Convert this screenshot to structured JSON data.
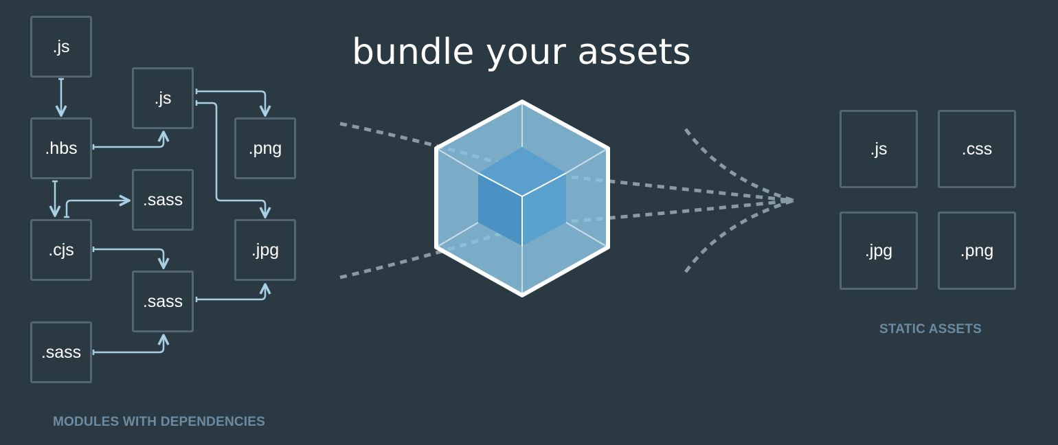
{
  "headline": "bundle your assets",
  "modules": {
    "caption": "MODULES WITH DEPENDENCIES",
    "nodes": [
      ".js",
      ".js",
      ".hbs",
      ".png",
      ".sass",
      ".cjs",
      ".jpg",
      ".sass",
      ".sass"
    ]
  },
  "assets": {
    "caption": "STATIC ASSETS",
    "nodes": [
      ".js",
      ".css",
      ".jpg",
      ".png"
    ]
  },
  "colors": {
    "background": "#2b3a42",
    "box_border": "#536672",
    "arrow": "#a8cfe3",
    "dotted_line": "#8a9aa3",
    "caption": "#6d8ba0",
    "cube_outer": "#8dc6e4",
    "cube_inner": "#5299c9",
    "cube_edge": "#ffffff"
  },
  "icons": [
    "webpack-cube-icon"
  ]
}
